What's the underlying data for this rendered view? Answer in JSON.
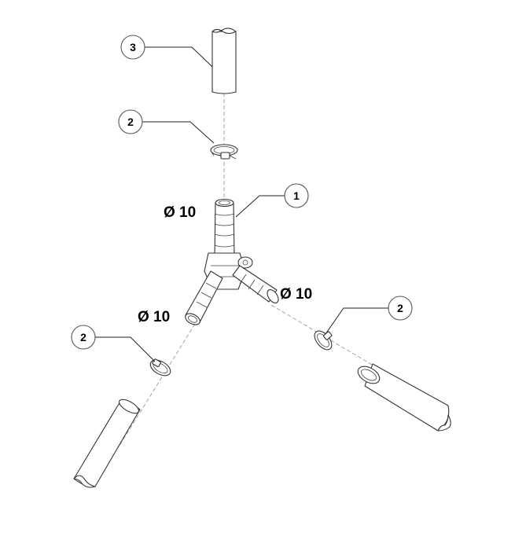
{
  "callouts": [
    {
      "id": "callout-3",
      "label": "3"
    },
    {
      "id": "callout-2-top",
      "label": "2"
    },
    {
      "id": "callout-1",
      "label": "1"
    },
    {
      "id": "callout-2-left",
      "label": "2"
    },
    {
      "id": "callout-2-right",
      "label": "2"
    }
  ],
  "dimensions": [
    {
      "id": "dim-top",
      "label": "Ø 10"
    },
    {
      "id": "dim-right",
      "label": "Ø 10"
    },
    {
      "id": "dim-left",
      "label": "Ø 10"
    }
  ],
  "colors": {
    "line": "#333333",
    "axis": "#9a9a9a",
    "background": "#ffffff"
  }
}
